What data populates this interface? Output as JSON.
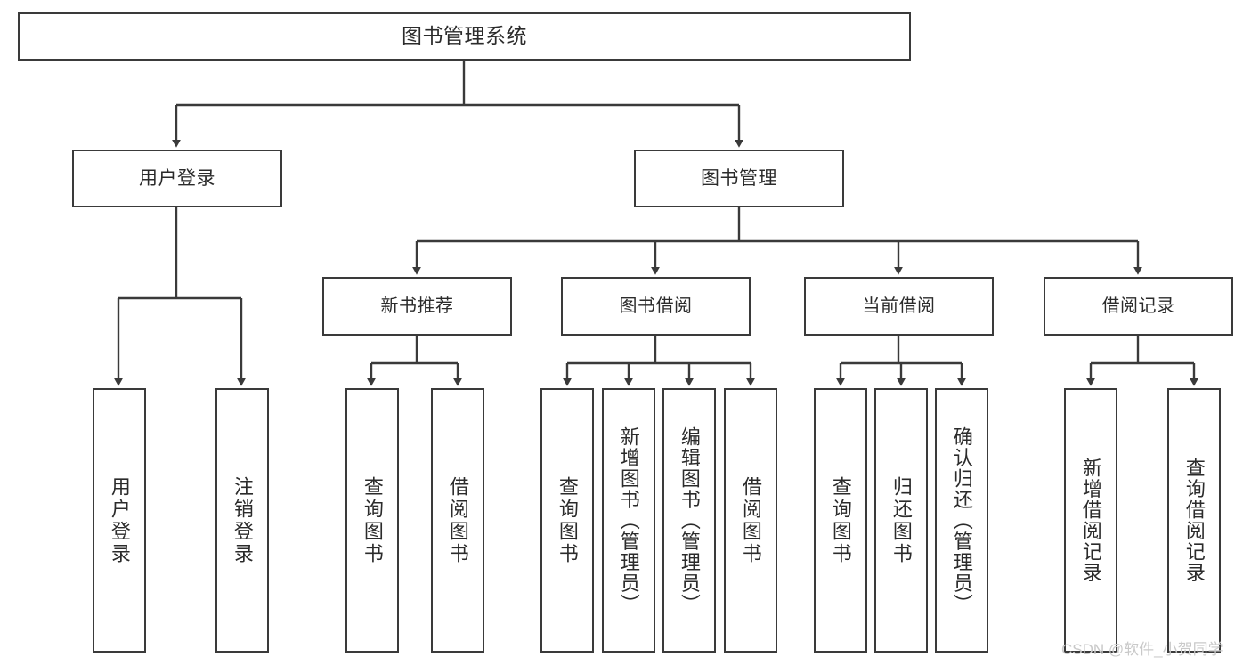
{
  "diagram": {
    "title": "图书管理系统",
    "type": "tree",
    "watermark": "CSDN @软件_小贺同学",
    "colors": {
      "box_border": "#3a3a3a",
      "box_fill": "#ffffff",
      "connector": "#3a3a3a",
      "text": "#2b2b2b",
      "watermark": "#c9c9c9",
      "background": "#ffffff"
    },
    "nodes": {
      "root": {
        "label": "图书管理系统"
      },
      "level2": [
        {
          "id": "user-login",
          "label": "用户登录"
        },
        {
          "id": "book-management",
          "label": "图书管理"
        }
      ],
      "level3": [
        {
          "id": "new-book-recommend",
          "label": "新书推荐"
        },
        {
          "id": "book-borrow",
          "label": "图书借阅"
        },
        {
          "id": "current-borrow",
          "label": "当前借阅"
        },
        {
          "id": "borrow-record",
          "label": "借阅记录"
        }
      ],
      "leaves": [
        {
          "id": "leaf-user-login",
          "label": "用户登录",
          "parent": "user-login"
        },
        {
          "id": "leaf-logout",
          "label": "注销登录",
          "parent": "user-login"
        },
        {
          "id": "leaf-query-book-1",
          "label": "查询图书",
          "parent": "new-book-recommend"
        },
        {
          "id": "leaf-borrow-book-1",
          "label": "借阅图书",
          "parent": "new-book-recommend"
        },
        {
          "id": "leaf-query-book-2",
          "label": "查询图书",
          "parent": "book-borrow"
        },
        {
          "id": "leaf-add-book",
          "label": "新增图书（管理员）",
          "parent": "book-borrow"
        },
        {
          "id": "leaf-edit-book",
          "label": "编辑图书（管理员）",
          "parent": "book-borrow"
        },
        {
          "id": "leaf-borrow-book-2",
          "label": "借阅图书",
          "parent": "book-borrow"
        },
        {
          "id": "leaf-query-book-3",
          "label": "查询图书",
          "parent": "current-borrow"
        },
        {
          "id": "leaf-return-book",
          "label": "归还图书",
          "parent": "current-borrow"
        },
        {
          "id": "leaf-confirm-return",
          "label": "确认归还（管理员）",
          "parent": "current-borrow"
        },
        {
          "id": "leaf-add-record",
          "label": "新增借阅记录",
          "parent": "borrow-record"
        },
        {
          "id": "leaf-query-record",
          "label": "查询借阅记录",
          "parent": "borrow-record"
        }
      ]
    }
  }
}
